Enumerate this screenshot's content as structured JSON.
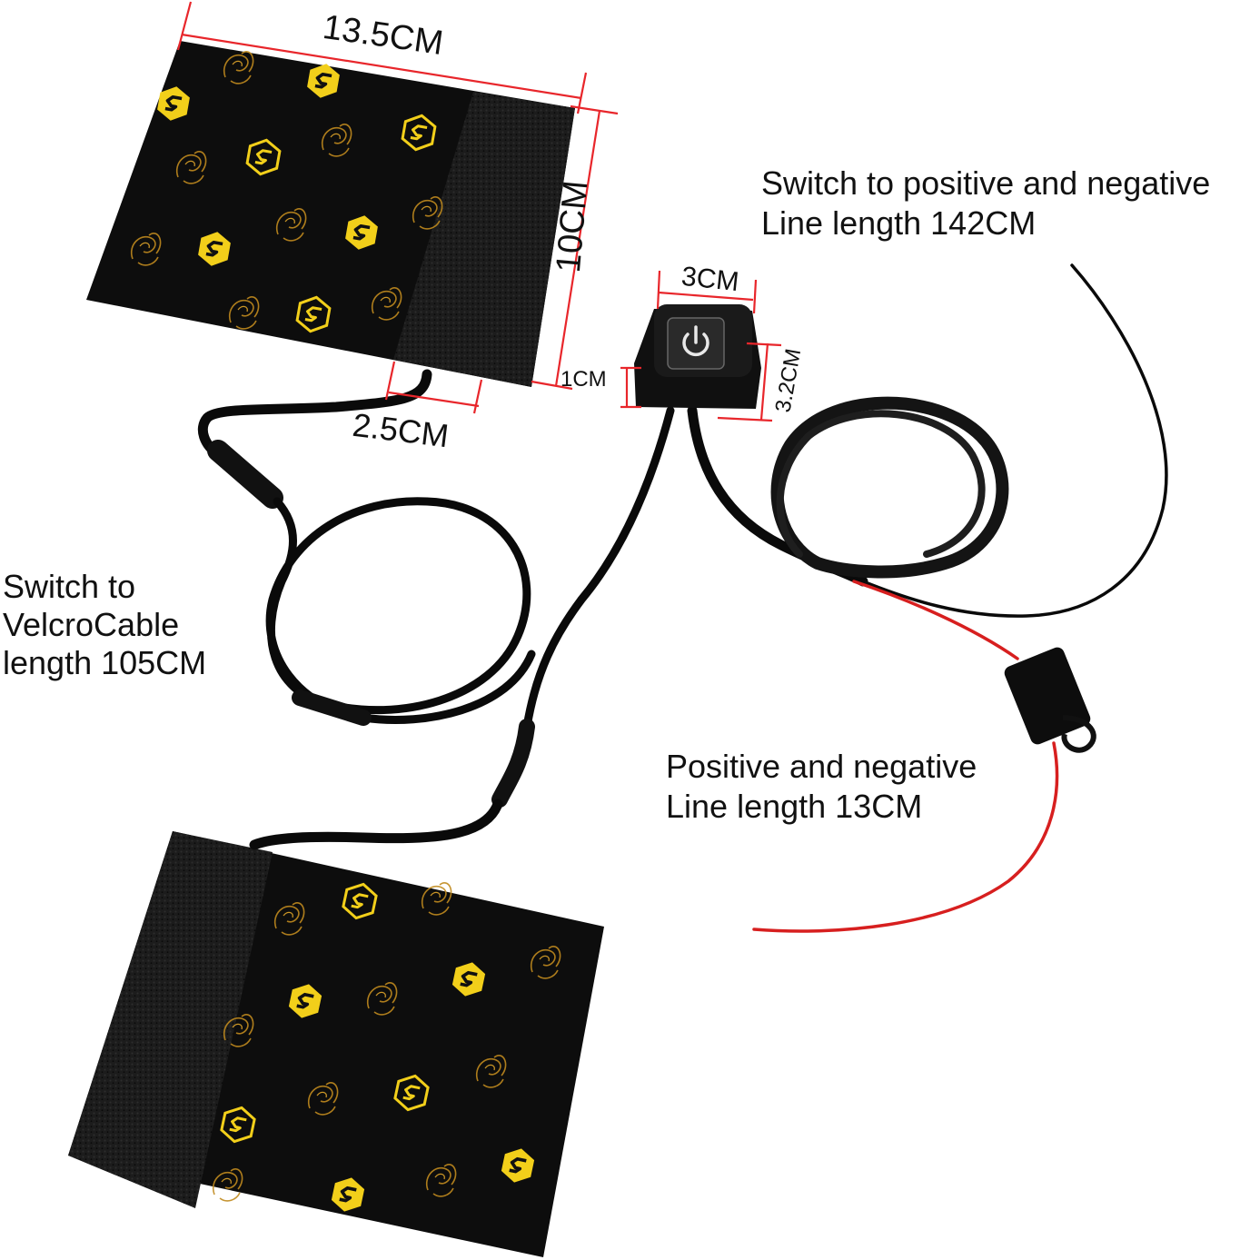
{
  "labels": {
    "switch_to_power": [
      "Switch to positive and negative",
      "Line length 142CM"
    ],
    "switch_to_velcro": [
      "Switch to",
      "VelcroCable",
      "length 105CM"
    ],
    "power_line": [
      "Positive and negative",
      "Line length 13CM"
    ]
  },
  "dimensions": {
    "pad_width": "13.5CM",
    "pad_height": "10CM",
    "strap_width": "2.5CM",
    "switch_width": "3CM",
    "switch_depth": "1CM",
    "switch_height": "3.2CM"
  },
  "colors": {
    "pad": "#0d0d0d",
    "velcro": "#1c1c1c",
    "logo": "#f2cf1a",
    "cable": "#0a0a0a",
    "red_wire": "#d71f1f",
    "dimension_line": "#e8262b"
  },
  "icons": {
    "power_button": "power-icon",
    "logo": "hexagon-s-logo"
  }
}
